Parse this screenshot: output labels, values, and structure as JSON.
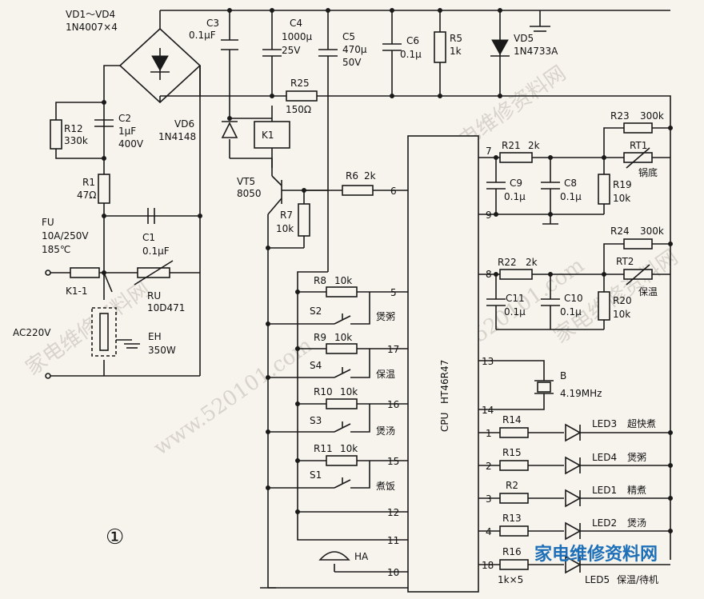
{
  "figure_number": "①",
  "ac": {
    "label": "AC220V"
  },
  "bridge": {
    "name": "VD1～VD4",
    "value": "1N4007×4"
  },
  "c3": {
    "name": "C3",
    "value": "0.1μF"
  },
  "c4": {
    "name": "C4",
    "value": "1000μ",
    "value2": "25V"
  },
  "c5": {
    "name": "C5",
    "value": "470μ",
    "value2": "50V"
  },
  "c6": {
    "name": "C6",
    "value": "0.1μ"
  },
  "r5": {
    "name": "R5",
    "value": "1k"
  },
  "vd5": {
    "name": "VD5",
    "value": "1N4733A"
  },
  "r25": {
    "name": "R25",
    "value": "150Ω"
  },
  "r12": {
    "name": "R12",
    "value": "330k"
  },
  "c2": {
    "name": "C2",
    "value": "1μF",
    "value2": "400V"
  },
  "vd6": {
    "name": "VD6",
    "value": "1N4148"
  },
  "k1": {
    "name": "K1"
  },
  "k1_1": {
    "name": "K1-1"
  },
  "r1": {
    "name": "R1",
    "value": "47Ω"
  },
  "fu": {
    "name": "FU",
    "value": "10A/250V",
    "value2": "185℃"
  },
  "c1": {
    "name": "C1",
    "value": "0.1μF"
  },
  "ru": {
    "name": "RU",
    "value": "10D471"
  },
  "eh": {
    "name": "EH",
    "value": "350W"
  },
  "vt5": {
    "name": "VT5",
    "value": "8050"
  },
  "r6": {
    "name": "R6",
    "value": "2k"
  },
  "r7": {
    "name": "R7",
    "value": "10k"
  },
  "r8": {
    "name": "R8",
    "value": "10k"
  },
  "r9": {
    "name": "R9",
    "value": "10k"
  },
  "r10": {
    "name": "R10",
    "value": "10k"
  },
  "r11": {
    "name": "R11",
    "value": "10k"
  },
  "s2": {
    "name": "S2",
    "func": "煲粥"
  },
  "s4": {
    "name": "S4",
    "func": "保温"
  },
  "s3": {
    "name": "S3",
    "func": "煲汤"
  },
  "s1": {
    "name": "S1",
    "func": "煮饭"
  },
  "ha": {
    "name": "HA"
  },
  "cpu": {
    "name": "CPU",
    "part": "HT46R47"
  },
  "pins": {
    "p5": "5",
    "p6": "6",
    "p7": "7",
    "p8": "8",
    "p9": "9",
    "p10": "10",
    "p11": "11",
    "p12": "12",
    "p13": "13",
    "p14": "14",
    "p15": "15",
    "p16": "16",
    "p17": "17",
    "p1": "1",
    "p2": "2",
    "p3": "3",
    "p4": "4",
    "p18": "18"
  },
  "r21": {
    "name": "R21",
    "value": "2k"
  },
  "r23": {
    "name": "R23",
    "value": "300k"
  },
  "rt1": {
    "name": "RT1",
    "func": "锅底"
  },
  "c9": {
    "name": "C9",
    "value": "0.1μ"
  },
  "c8": {
    "name": "C8",
    "value": "0.1μ"
  },
  "r19": {
    "name": "R19",
    "value": "10k"
  },
  "r22": {
    "name": "R22",
    "value": "2k"
  },
  "r24": {
    "name": "R24",
    "value": "300k"
  },
  "rt2": {
    "name": "RT2",
    "func": "保温"
  },
  "c11": {
    "name": "C11",
    "value": "0.1μ"
  },
  "c10": {
    "name": "C10",
    "value": "0.1μ"
  },
  "r20": {
    "name": "R20",
    "value": "10k"
  },
  "crystal": {
    "name": "B",
    "value": "4.19MHz"
  },
  "r14": {
    "name": "R14"
  },
  "r15": {
    "name": "R15"
  },
  "r2": {
    "name": "R2"
  },
  "r13": {
    "name": "R13"
  },
  "r16": {
    "name": "R16",
    "value": "1k×5"
  },
  "led3": {
    "name": "LED3",
    "func": "超快煮"
  },
  "led4": {
    "name": "LED4",
    "func": "煲粥"
  },
  "led1": {
    "name": "LED1",
    "func": "精煮"
  },
  "led2": {
    "name": "LED2",
    "func": "煲汤"
  },
  "led5": {
    "name": "LED5",
    "func": "保温/待机"
  },
  "watermark": {
    "text": "家电维修资料网",
    "url": "www.520101.com",
    "logo": "家电维修资料网"
  }
}
